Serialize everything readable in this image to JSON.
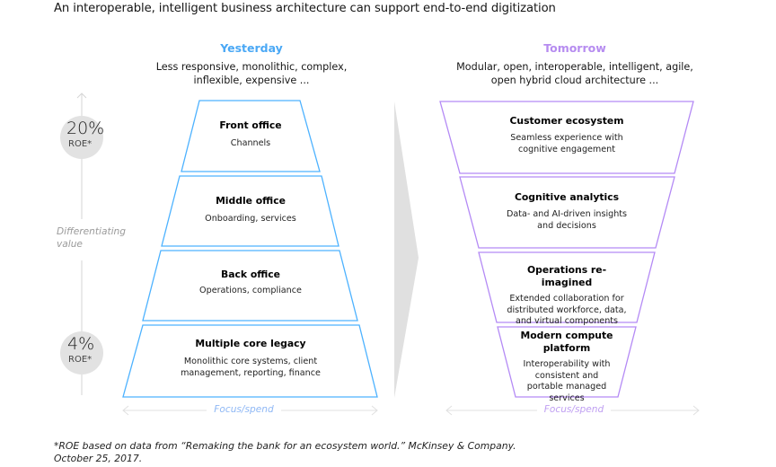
{
  "title": "An interoperable, intelligent business architecture can support end-to-end digitization",
  "colors": {
    "yesterday_accent": "#4aa8f5",
    "tomorrow_accent": "#b68cf0",
    "yesterday_stroke": "#4db2ff",
    "tomorrow_stroke": "#b48af5",
    "neutral_gray": "#e0e0e0"
  },
  "yesterday": {
    "heading": "Yesterday",
    "subtitle_line1": "Less responsive, monolithic, complex,",
    "subtitle_line2": "inflexible, expensive ...",
    "layers": [
      {
        "title": "Front office",
        "desc": "Channels"
      },
      {
        "title": "Middle office",
        "desc": "Onboarding, services"
      },
      {
        "title": "Back office",
        "desc": "Operations, compliance"
      },
      {
        "title": "Multiple core legacy",
        "desc": "Monolithic core systems, client management, reporting, finance"
      }
    ],
    "axis_label": "Focus/spend"
  },
  "tomorrow": {
    "heading": "Tomorrow",
    "subtitle_line1": "Modular, open, interoperable, intelligent, agile,",
    "subtitle_line2": "open hybrid cloud architecture ...",
    "layers": [
      {
        "title": "Customer ecosystem",
        "desc": "Seamless experience with cognitive engagement"
      },
      {
        "title": "Cognitive analytics",
        "desc": "Data- and AI-driven insights and decisions"
      },
      {
        "title": "Operations re-imagined",
        "desc": "Extended collaboration for distributed workforce, data, and virtual components"
      },
      {
        "title": "Modern compute platform",
        "desc": "Interoperability with consistent and portable managed services"
      }
    ],
    "axis_label": "Focus/spend"
  },
  "value_axis": {
    "label": "Differentiating value",
    "top": {
      "value": "20%",
      "label": "ROE*"
    },
    "bottom": {
      "value": "4%",
      "label": "ROE*"
    }
  },
  "footnote_line1": "*ROE based on data from “Remaking the bank for an ecosystem world.” McKinsey & Company.",
  "footnote_line2": "October 25, 2017."
}
